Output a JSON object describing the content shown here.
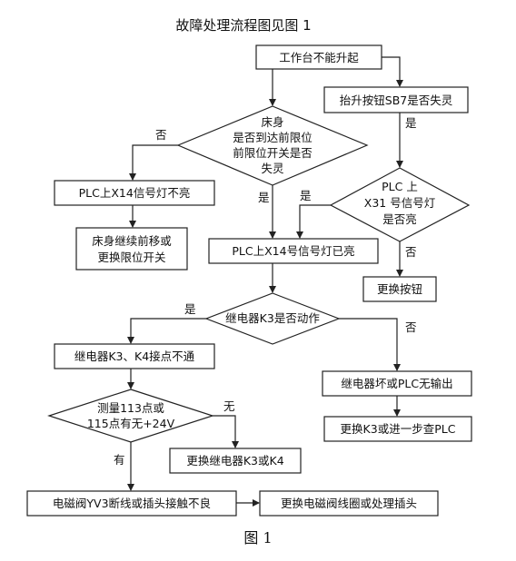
{
  "title": "故障处理流程图见图 1",
  "caption": "图 1",
  "nodes": {
    "start": "工作台不能升起",
    "sb7": "抬升按钮SB7是否失灵",
    "bed_limit": [
      "床身",
      "是否到达前限位",
      "前限位开关是否",
      "失灵"
    ],
    "x14_off": "PLC上X14信号灯不亮",
    "bed_move": [
      "床身继续前移或",
      "更换限位开关"
    ],
    "x31": [
      "PLC 上",
      "X31 号信号灯",
      "是否亮"
    ],
    "x14_on": "PLC上X14号信号灯已亮",
    "replace_button": "更换按钮",
    "k3_action": "继电器K3是否动作",
    "k3k4_contact": "继电器K3、K4接点不通",
    "relay_bad": "继电器坏或PLC无输出",
    "measure": [
      "测量113点或",
      "115点有无+24V"
    ],
    "replace_k3_plc": "更换K3或进一步查PLC",
    "replace_k3k4": "更换继电器K3或K4",
    "yv3": "电磁阀YV3断线或插头接触不良",
    "replace_coil": "更换电磁阀线圈或处理插头"
  },
  "edge_labels": {
    "sb7_yes": "是",
    "bed_no": "否",
    "bed_yes": "是",
    "x31_yes": "是",
    "x31_no": "否",
    "k3_yes": "是",
    "k3_no": "否",
    "measure_none": "无",
    "measure_has": "有"
  }
}
